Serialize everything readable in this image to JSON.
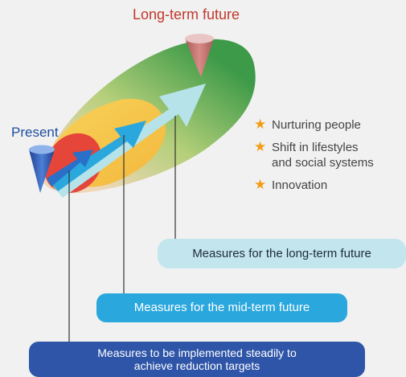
{
  "labels": {
    "long_term": "Long-term future",
    "present": "Present"
  },
  "bullets": [
    "Nurturing people",
    "Shift in lifestyles and social systems",
    "Innovation"
  ],
  "bullet_lines": {
    "second_line1": "Shift in lifestyles",
    "second_line2": "and social systems"
  },
  "boxes": {
    "long": "Measures for the long-term future",
    "mid": "Measures for the mid-term future",
    "near_line1": "Measures to be implemented steadily to",
    "near_line2": "achieve reduction targets"
  },
  "colors": {
    "long_term_label": "#c0392b",
    "present_label": "#1f4ea0",
    "star": "#f39c12",
    "green": "#3d9a48",
    "yellow": "#f2c23d",
    "red": "#e6453a",
    "arrow_light": "#b6e3ea",
    "arrow_mid": "#2aa7dc",
    "arrow_dark": "#2a6fc8",
    "box_long": "#c3e6ee",
    "box_mid": "#2aa7dc",
    "box_near": "#2e55a8"
  },
  "icons": {
    "bullet": "star-icon"
  }
}
